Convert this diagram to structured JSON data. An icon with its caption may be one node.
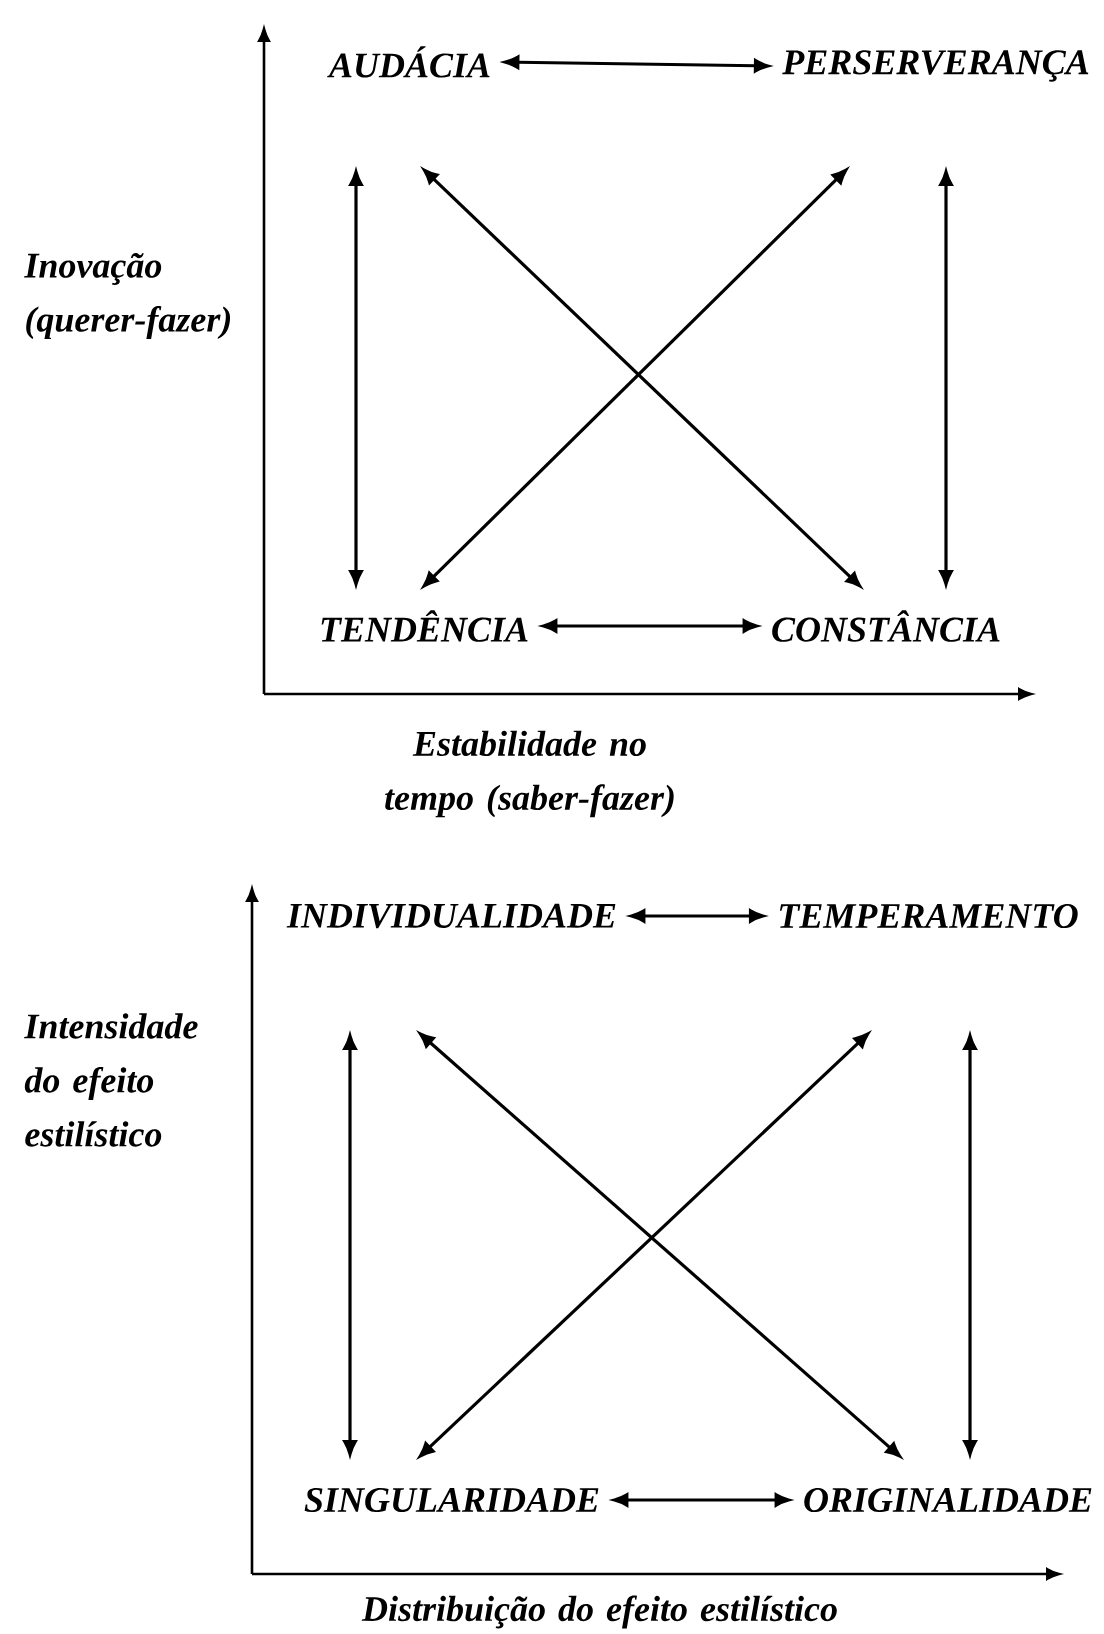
{
  "diagram": {
    "nodes": [
      {
        "text": [
          "AUDÁCIA"
        ]
      },
      {
        "text": [
          "PERSERVERANÇA"
        ]
      },
      {
        "text": [
          "TENDÊNCIA"
        ]
      },
      {
        "text": [
          "CONSTÂNCIA"
        ]
      },
      {
        "text": [
          "INDIVIDUALIDADE"
        ]
      },
      {
        "text": [
          "TEMPERAMENTO"
        ]
      },
      {
        "text": [
          "SINGULARIDADE"
        ]
      },
      {
        "text": [
          "ORIGINALIDADE"
        ]
      }
    ],
    "edges": [
      {
        "from": 0,
        "to": 1,
        "arrow": "both"
      },
      {
        "from": 0,
        "to": 2,
        "arrow": "both"
      },
      {
        "from": 0,
        "to": 3,
        "arrow": "both"
      },
      {
        "from": 1,
        "to": 2,
        "arrow": "both"
      },
      {
        "from": 1,
        "to": 3,
        "arrow": "both"
      },
      {
        "from": 2,
        "to": 3,
        "arrow": "both"
      },
      {
        "from": 4,
        "to": 5,
        "arrow": "both"
      },
      {
        "from": 4,
        "to": 6,
        "arrow": "both"
      },
      {
        "from": 4,
        "to": 7,
        "arrow": "both"
      },
      {
        "from": 5,
        "to": 6,
        "arrow": "both"
      },
      {
        "from": 5,
        "to": 7,
        "arrow": "both"
      },
      {
        "from": 6,
        "to": 7,
        "arrow": "both"
      }
    ],
    "labels": [
      "Inovação (querer-fazer)",
      "Estabilidade no tempo (saber-fazer)",
      "Intensidade do efeito estilístico",
      "Distribuição do efeito estilístico"
    ]
  }
}
